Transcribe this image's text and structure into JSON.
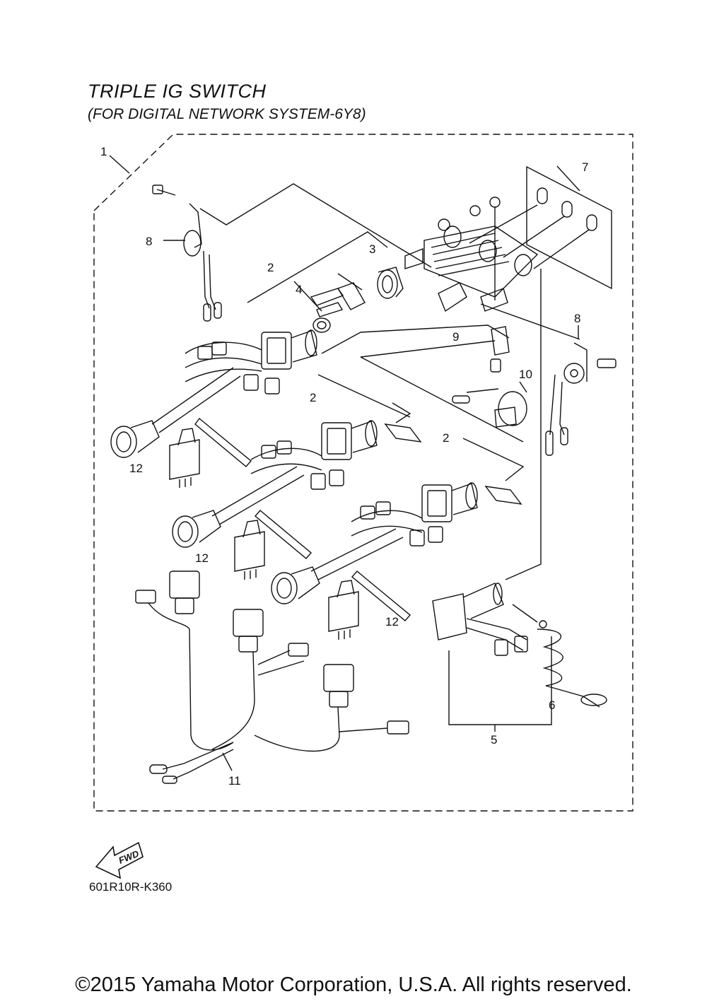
{
  "diagram": {
    "title": "TRIPLE IG SWITCH",
    "subtitle": "(FOR DIGITAL NETWORK SYSTEM-6Y8)",
    "part_code": "601R10R-K360",
    "fwd_label": "FWD",
    "callouts": {
      "c1": "1",
      "c2a": "2",
      "c2b": "2",
      "c2c": "2",
      "c3": "3",
      "c4": "4",
      "c5": "5",
      "c6": "6",
      "c7": "7",
      "c8a": "8",
      "c8b": "8",
      "c9": "9",
      "c10": "10",
      "c11": "11",
      "c12a": "12",
      "c12b": "12",
      "c12c": "12"
    }
  },
  "footer": {
    "copyright": "©2015 Yamaha Motor Corporation, U.S.A. All rights reserved."
  }
}
